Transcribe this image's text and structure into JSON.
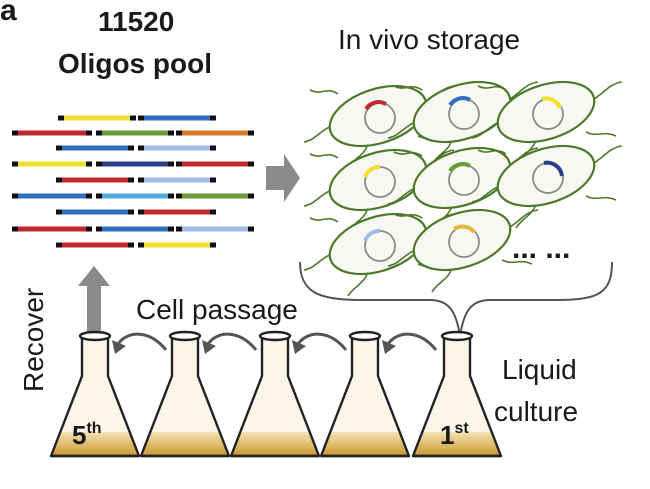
{
  "corner_letter": "a",
  "pool": {
    "count": "11520",
    "label": "Oligos pool"
  },
  "storage": {
    "label": "In vivo storage",
    "ellipsis": "... ..."
  },
  "passage": {
    "label": "Cell passage"
  },
  "recover": {
    "label": "Recover"
  },
  "culture": {
    "line1": "Liquid",
    "line2": "culture"
  },
  "flasks": {
    "last": {
      "num": "5",
      "suffix": "th"
    },
    "first": {
      "num": "1",
      "suffix": "st"
    }
  },
  "colors": {
    "red": "#c0282b",
    "yellow": "#f2e030",
    "blue": "#2e6fc0",
    "orange": "#d9782a",
    "green": "#6a9a34",
    "navy": "#2a3f8a",
    "lightblue": "#9fbde6",
    "gold": "#e0b83a",
    "cell_outline": "#4d7a2a",
    "arrow_gray": "#8a8a8a",
    "culture": "#d9b35a"
  }
}
